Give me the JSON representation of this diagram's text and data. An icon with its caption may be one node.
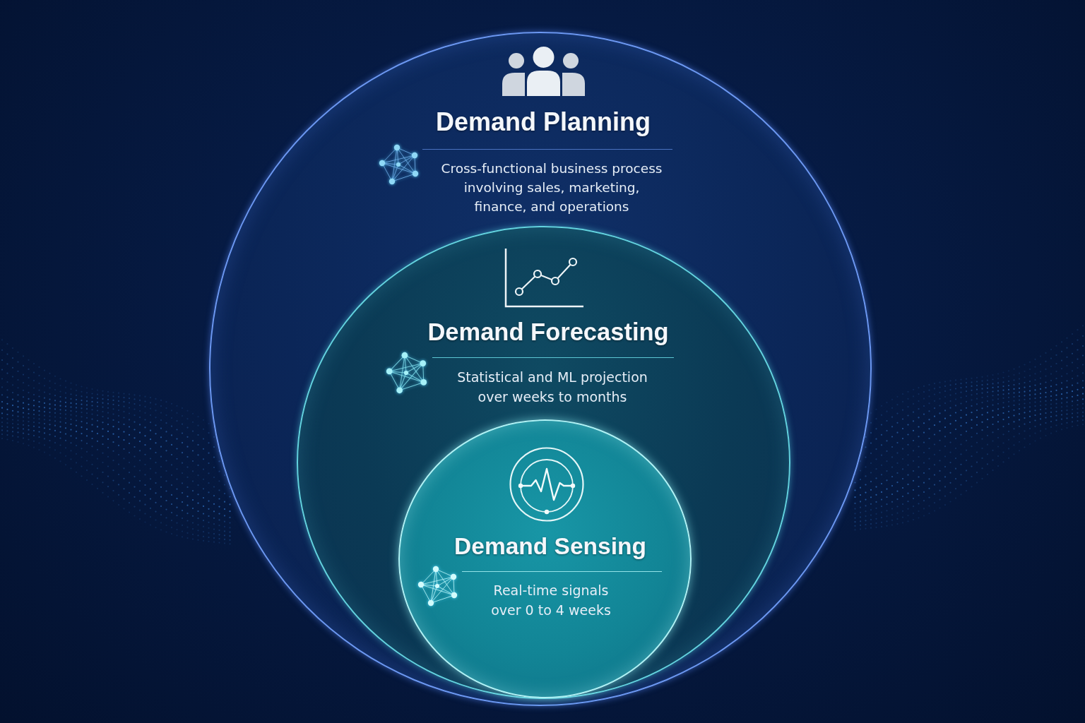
{
  "diagram": {
    "nodes": [
      {
        "text": [
          "Demand Planning",
          "Cross-functional business process involving sales, marketing, finance, and operations"
        ]
      },
      {
        "text": [
          "Demand Forecasting",
          "Statistical and ML projection over weeks to months"
        ],
        "in": 0
      },
      {
        "text": [
          "Demand Sensing",
          "Real-time signals over 0 to 4 weeks"
        ],
        "in": 1
      }
    ]
  }
}
